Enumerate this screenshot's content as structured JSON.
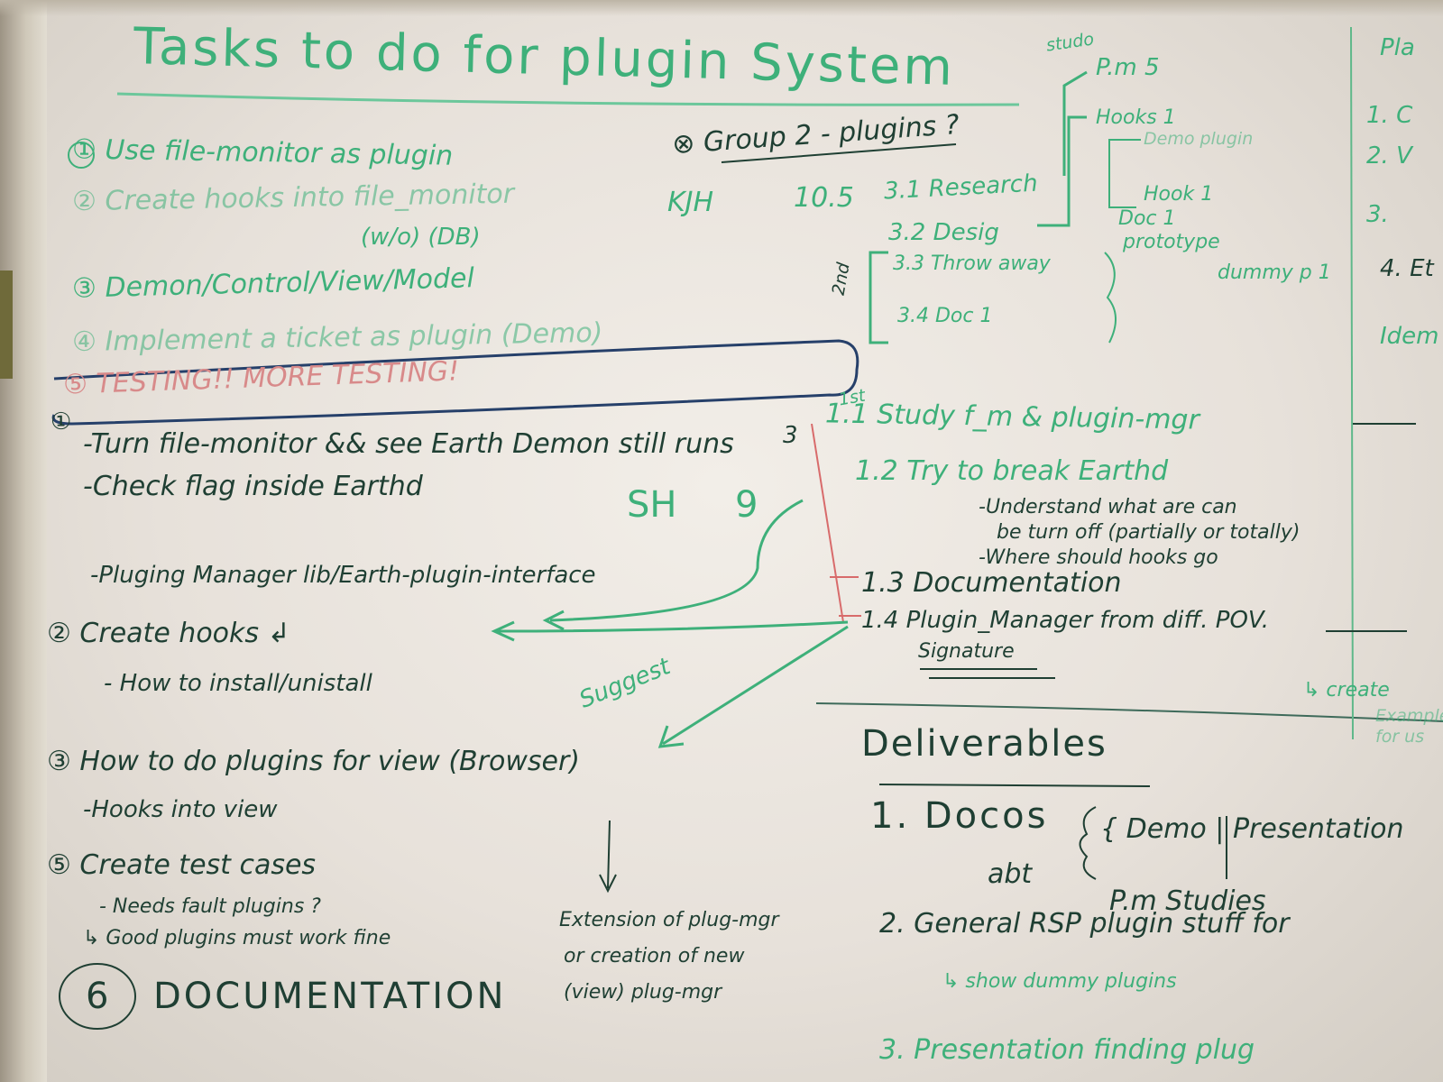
{
  "title": "Tasks to do for plugin System",
  "top_right_notes": [
    "studo",
    "P.m 5",
    "Hooks 1",
    "Demo plugin",
    "Hook 1",
    "Doc 1"
  ],
  "left_tasks": [
    "① Use file-monitor as plugin",
    "② Create hooks into file_monitor",
    "(w/o) (DB)",
    "③ Demon/Control/View/Model",
    "④ Implement a ticket as plugin (Demo)"
  ],
  "testing_banner": "⑤ TESTING!! MORE TESTING!",
  "group2": {
    "heading": "⊗ Group 2 - plugins ?",
    "initials": "KJH",
    "score": "10.5",
    "items": [
      "3.1 Research",
      "3.2 Desig",
      "3.3 Throw away",
      "3.4 Doc 1"
    ],
    "prototype_note": "prototype",
    "dummy_note": "dummy p 1",
    "side_label": "2nd",
    "next_label": "1st"
  },
  "black_section": {
    "item1_marker": "①",
    "item1_lines": [
      "-Turn file-monitor && see Earth Demon still runs",
      "-Check flag inside Earthd"
    ],
    "plugins_manager": "-Pluging Manager lib/Earth-plugin-interface",
    "item2": "② Create hooks ↲",
    "item2_sub": "- How to install/unistall",
    "item3": "③ How to do plugins for view (Browser)",
    "item3_sub": "-Hooks into view",
    "item5": "⑤ Create test cases",
    "item5_sub1": "- Needs fault plugins ?",
    "item5_sub2": "↳ Good plugins must work fine",
    "item6_marker": "6",
    "item6": "DOCUMENTATION"
  },
  "sh_label": "SH",
  "sh_score": "9",
  "suggest_label": "Suggest",
  "right_tasks": {
    "pre_label": "3",
    "t11": "1.1 Study f_m & plugin-mgr",
    "t12": "1.2 Try to break Earthd",
    "t12_sub": [
      "-Understand what are can",
      "be turn off (partially or totally)",
      "-Where should hooks go"
    ],
    "t13": "1.3 Documentation",
    "t14": "1.4 Plugin_Manager from diff. POV.",
    "t14_sub": "Signature"
  },
  "extension_note": [
    "Extension of plug-mgr",
    "or creation of new",
    "(view) plug-mgr"
  ],
  "deliverables": {
    "heading": "Deliverables",
    "d1": "1. Docos",
    "d1_brace": "{ Demo | Presentation",
    "d1_sub": "abt",
    "d1_sub2": "P.m Studies",
    "d2": "2. General RSP plugin stuff for",
    "d2_sub": "↳ show dummy plugins",
    "d3": "3. Presentation finding plug"
  },
  "right_edge": [
    "Pla",
    "1. C",
    "2. V",
    "3.",
    "4. Et",
    "Idem",
    "↳ create",
    "Example",
    "for us"
  ]
}
